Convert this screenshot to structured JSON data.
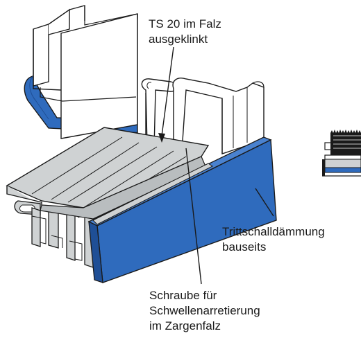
{
  "labels": {
    "ts20": {
      "line1": "TS 20 im Falz",
      "line2": "ausgeklinkt"
    },
    "trittschall": {
      "line1": "Trittschalldämmung",
      "line2": "bauseits"
    },
    "schraube": {
      "line1": "Schraube für",
      "line2": "Schwellenarretierung",
      "line3": "im Zargenfalz"
    }
  },
  "colors": {
    "insulation_blue": "#2f6bbd",
    "insulation_blue_dark": "#1f4f96",
    "threshold_gray": "#cfd2d3",
    "threshold_gray_dark": "#a4a8aa",
    "outline": "#1a1a1a",
    "frame_white": "#ffffff"
  },
  "icons": {
    "detail": "brush-seal-threshold-detail-icon"
  }
}
